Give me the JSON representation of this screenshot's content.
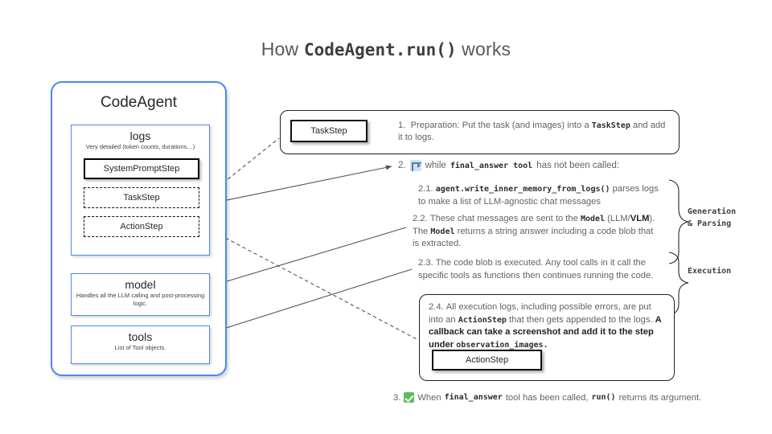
{
  "title": {
    "prefix": "How ",
    "code": "CodeAgent.run()",
    "suffix": " works"
  },
  "colors": {
    "panel_border": "#4a86f7",
    "body_text": "#5f6368",
    "heading_text": "#26282b",
    "code_text": "#2b2d30",
    "check_green": "#5bbd5b",
    "loop_blue": "#4d7ea8"
  },
  "agent_panel": {
    "title": "CodeAgent",
    "logs": {
      "title": "logs",
      "subtitle": "Very detailed (token counts, durations…)",
      "steps": [
        {
          "label": "SystemPromptStep",
          "style": "solid"
        },
        {
          "label": "TaskStep",
          "style": "dashed"
        },
        {
          "label": "ActionStep",
          "style": "dashed"
        }
      ]
    },
    "model": {
      "title": "model",
      "subtitle": "Handles all the LLM calling and post-processing logic."
    },
    "tools": {
      "title": "tools",
      "subtitle": "List of Tool objects."
    }
  },
  "steps": {
    "step_1": {
      "number": "1.",
      "text_a": "Preparation: Put the task (and images) into a ",
      "code_a": "TaskStep",
      "text_b": " and add it to logs.",
      "box_label": "TaskStep"
    },
    "step_2": {
      "number": "2.",
      "icon": "loop-icon",
      "text_a": "while ",
      "code_a": "final_answer tool",
      "text_b": " has not been called:"
    },
    "step_2_1": {
      "number": "2.1.",
      "code_a": "agent.write_inner_memory_from_logs()",
      "text_a": " parses logs to make a list of LLM-agnostic chat messages"
    },
    "step_2_2": {
      "number": "2.2.",
      "text_a": "These chat messages are sent to the ",
      "code_a": "Model",
      "text_b": " (LLM/",
      "bold_b": "VLM",
      "text_c": "). The ",
      "code_b": "Model",
      "text_d": " returns a string answer including a code blob that is extracted."
    },
    "step_2_3": {
      "number": "2.3.",
      "text_a": "The code blob is executed. Any tool calls in it call the specific tools as functions then continues running the code."
    },
    "step_2_4": {
      "number": "2.4.",
      "text_a": "All execution logs, including possible errors, are put into an ",
      "code_a": "ActionStep",
      "text_b": " that then gets appended to the logs. ",
      "bold_b": "A callback can  take a screenshot and add it to the step under ",
      "code_b": "observation_images.",
      "box_label": "ActionStep"
    },
    "step_3": {
      "number": "3.",
      "icon": "check-icon",
      "text_a": "When ",
      "code_a": "final_answer",
      "text_b": " tool has been called, ",
      "code_b": "run()",
      "text_c": " returns its argument."
    }
  },
  "group_labels": {
    "generation": "Generation\n& Parsing",
    "generation_line1": "Generation",
    "generation_line2": "& Parsing",
    "execution": "Execution"
  }
}
